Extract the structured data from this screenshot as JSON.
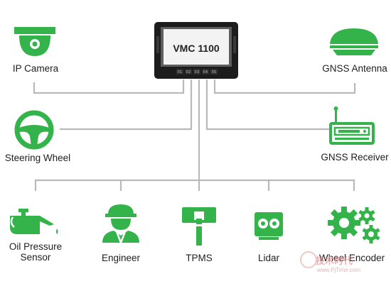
{
  "colors": {
    "accent": "#34b34a",
    "connector": "#b9b9b9",
    "device": "#1c1c1c"
  },
  "device": {
    "name": "VMC 1100",
    "keys": [
      "F1",
      "F2",
      "F3",
      "F4",
      "F5"
    ]
  },
  "nodes": {
    "ip_camera": "IP Camera",
    "gnss_antenna": "GNSS Antenna",
    "steering_wheel": "Steering Wheel",
    "gnss_receiver": "GNSS Receiver",
    "oil_pressure_sensor": "Oil Pressure\nSensor",
    "engineer": "Engineer",
    "tpms": "TPMS",
    "lidar": "Lidar",
    "wheel_encoder": "Wheel Encoder"
  },
  "watermark": {
    "line1": "技术时代",
    "line2": "www.PjTime.com"
  }
}
